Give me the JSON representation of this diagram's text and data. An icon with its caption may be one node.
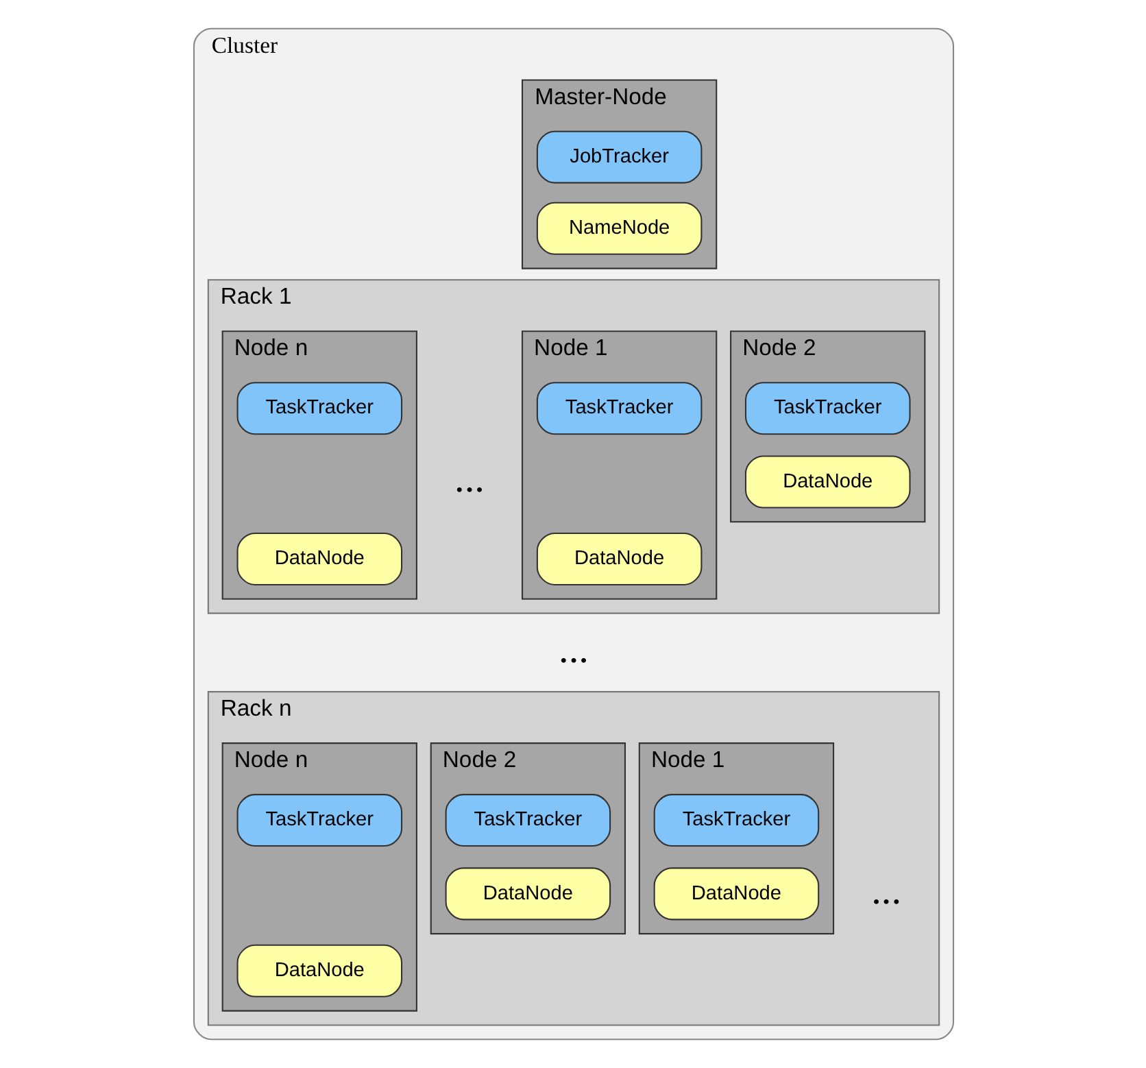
{
  "diagram": {
    "nodes": [
      {
        "text": [
          "Cluster"
        ]
      },
      {
        "text": [
          "Master-Node"
        ],
        "in": 0
      },
      {
        "text": [
          "JobTracker"
        ],
        "in": 1
      },
      {
        "text": [
          "NameNode"
        ],
        "in": 1
      },
      {
        "text": [
          "Rack 1"
        ],
        "in": 0
      },
      {
        "text": [
          "Node 1"
        ],
        "in": 4
      },
      {
        "text": [
          "TaskTracker"
        ],
        "in": 5
      },
      {
        "text": [
          "DataNode"
        ],
        "in": 5
      },
      {
        "text": [
          "Node 2"
        ],
        "in": 4
      },
      {
        "text": [
          "TaskTracker"
        ],
        "in": 8
      },
      {
        "text": [
          "DataNode"
        ],
        "in": 8
      },
      {
        "text": [
          "Node n"
        ],
        "in": 4
      },
      {
        "text": [
          "TaskTracker"
        ],
        "in": 11
      },
      {
        "text": [
          "DataNode"
        ],
        "in": 11
      },
      {
        "text": [
          "Rack n"
        ],
        "in": 0
      },
      {
        "text": [
          "Node 1"
        ],
        "in": 14
      },
      {
        "text": [
          "TaskTracker"
        ],
        "in": 15
      },
      {
        "text": [
          "DataNode"
        ],
        "in": 15
      },
      {
        "text": [
          "Node 2"
        ],
        "in": 14
      },
      {
        "text": [
          "TaskTracker"
        ],
        "in": 18
      },
      {
        "text": [
          "DataNode"
        ],
        "in": 18
      },
      {
        "text": [
          "Node n"
        ],
        "in": 14
      },
      {
        "text": [
          "TaskTracker"
        ],
        "in": 21
      },
      {
        "text": [
          "DataNode"
        ],
        "in": 21
      }
    ],
    "labels": [
      "...",
      "...",
      "..."
    ]
  }
}
